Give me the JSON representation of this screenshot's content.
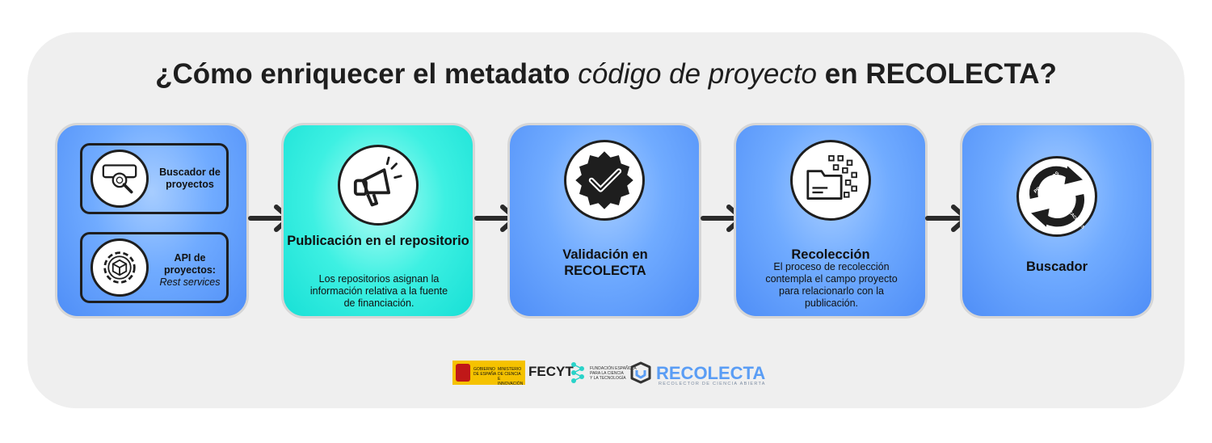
{
  "title": {
    "before": "¿Cómo enriquecer el metadato ",
    "italic": "código de proyecto",
    "after": " en RECOLECTA?"
  },
  "steps": [
    {
      "subitems": [
        {
          "icon": "search-window-icon",
          "label": "Buscador de proyectos",
          "italic": ""
        },
        {
          "icon": "gear-cube-icon",
          "label": "API de proyectos:",
          "italic": "Rest services"
        }
      ]
    },
    {
      "icon": "megaphone-icon",
      "title": "Publicación en el repositorio",
      "description": "Los repositorios asignan la información relativa a la fuente de financiación."
    },
    {
      "icon": "verified-badge-icon",
      "title": "Validación en RECOLECTA",
      "description": ""
    },
    {
      "icon": "data-harvest-icon",
      "title": "Recolección",
      "description": "El proceso de recolección contempla el campo proyecto para relacionarlo con la publicación."
    },
    {
      "icon": "refresh-arrows-icon",
      "icon_text_top": "PROYECTOS",
      "icon_text_bottom": "PUBLICACIONES",
      "title": "Buscador",
      "description": ""
    }
  ],
  "logos": {
    "gobierno_line1": "GOBIERNO",
    "gobierno_line2": "DE ESPAÑA",
    "ministerio_line1": "MINISTERIO",
    "ministerio_line2": "DE CIENCIA",
    "ministerio_line3": "E INNOVACIÓN",
    "fecyt": "FECYT",
    "fecyt_sub1": "FUNDACIÓN ESPAÑOLA",
    "fecyt_sub2": "PARA LA CIENCIA",
    "fecyt_sub3": "Y LA TECNOLOGÍA",
    "recolecta": "RECOLECTA",
    "recolecta_sub": "RECOLECTOR DE CIENCIA ABIERTA"
  },
  "colors": {
    "card_blue": "#5f9cff",
    "card_teal": "#22e6dc",
    "ink": "#1e1e1e",
    "panel": "#efefef"
  }
}
